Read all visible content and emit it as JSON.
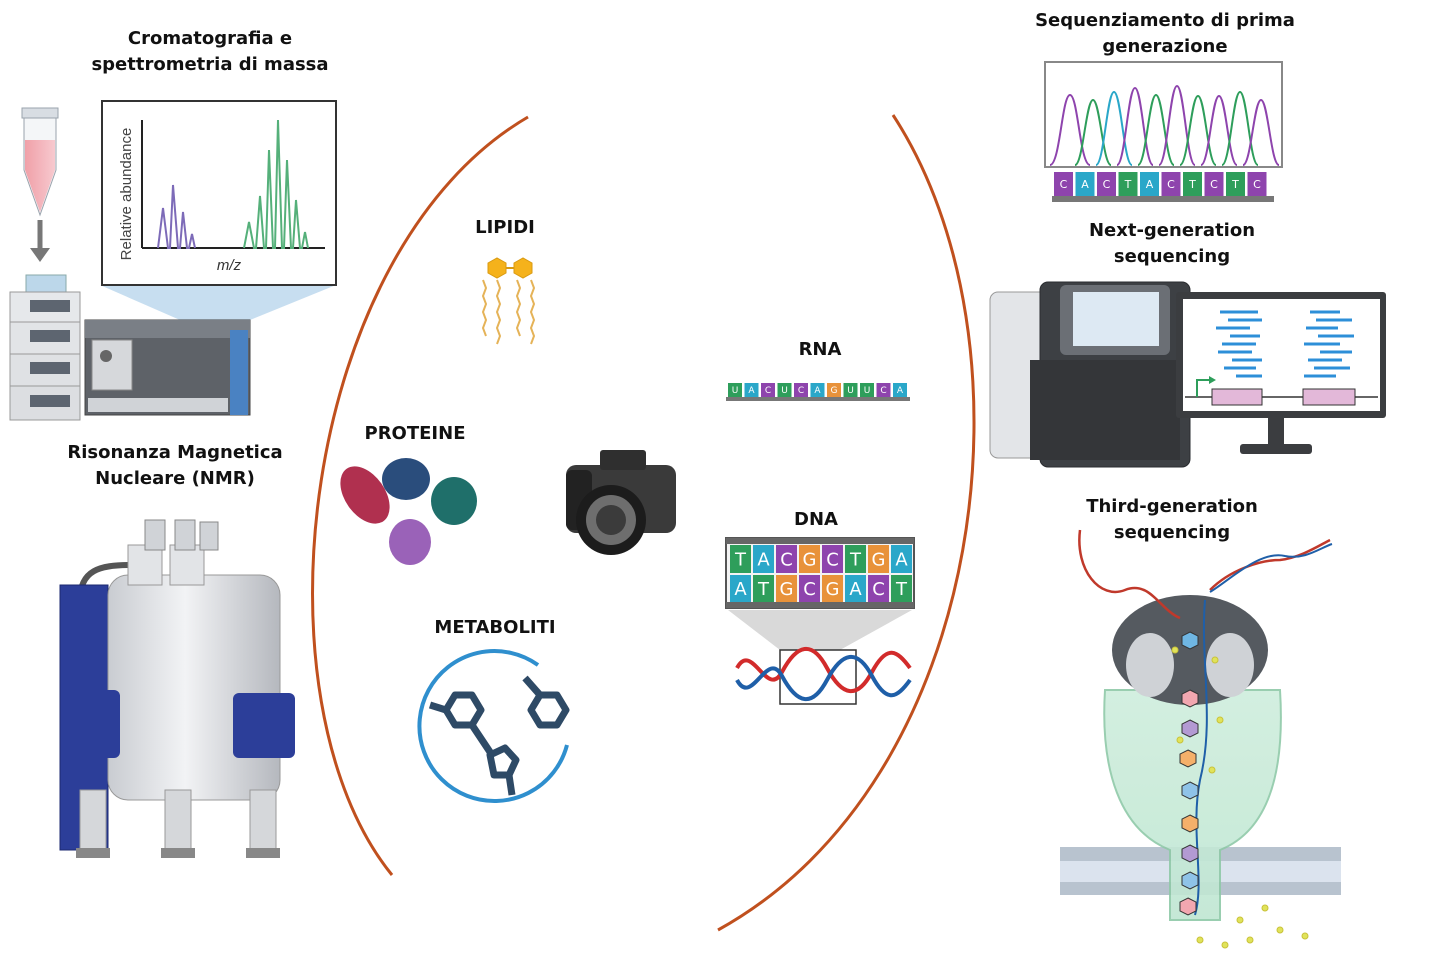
{
  "left": {
    "ms_title_line1": "Cromatografia e",
    "ms_title_line2": "spettrometria di massa",
    "ms_chart_ylabel": "Relative abundance",
    "ms_chart_xlabel": "m/z",
    "nmr_title_line1": "Risonanza Magnetica",
    "nmr_title_line2": "Nucleare (NMR)"
  },
  "center": {
    "lipids": "LIPIDI",
    "proteins": "PROTEINE",
    "metabolites": "METABOLITI",
    "rna": "RNA",
    "dna": "DNA",
    "rna_sequence": [
      "U",
      "A",
      "C",
      "U",
      "C",
      "A",
      "G",
      "U",
      "U",
      "C",
      "A"
    ],
    "dna_top": [
      "T",
      "A",
      "C",
      "G",
      "C",
      "T",
      "G",
      "A"
    ],
    "dna_bottom": [
      "A",
      "T",
      "G",
      "C",
      "G",
      "A",
      "C",
      "T"
    ]
  },
  "right": {
    "sanger_title_line1": "Sequenziamento di prima",
    "sanger_title_line2": "generazione",
    "sanger_sequence": [
      "C",
      "A",
      "C",
      "T",
      "A",
      "C",
      "T",
      "C",
      "T",
      "C"
    ],
    "ngs_title_line1": "Next-generation",
    "ngs_title_line2": "sequencing",
    "tgs_title_line1": "Third-generation",
    "tgs_title_line2": "sequencing"
  },
  "colors": {
    "arc": "#c0501e",
    "base_A": "#2aa7c9",
    "base_C": "#8e44ad",
    "base_G": "#e8923a",
    "base_T": "#2e9e5b",
    "dna_strand_red": "#d22b2b",
    "dna_strand_blue": "#1f5fa8"
  },
  "icons": [
    "test-tube-icon",
    "hplc-instrument-icon",
    "mass-spectrometer-icon",
    "nmr-magnet-icon",
    "lipid-icon",
    "protein-icon",
    "camera-icon",
    "metabolite-molecule-icon",
    "rna-strand-icon",
    "dna-helix-icon",
    "sanger-chromatogram-icon",
    "ngs-sequencer-icon",
    "monitor-icon",
    "nanopore-icon"
  ]
}
